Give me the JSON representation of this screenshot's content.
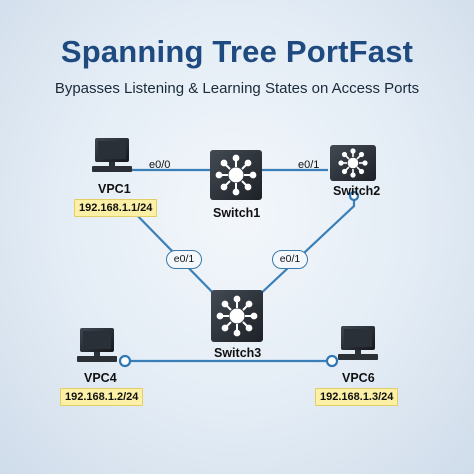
{
  "title": "Spanning Tree PortFast",
  "subtitle": "Bypasses Listening & Learning States on Access Ports",
  "devices": {
    "vpc1": {
      "label": "VPC1",
      "ip": "192.168.1.1/24"
    },
    "vpc4": {
      "label": "VPC4",
      "ip": "192.168.1.2/24"
    },
    "vpc6": {
      "label": "VPC6",
      "ip": "192.168.1.3/24"
    },
    "switch1": {
      "label": "Switch1"
    },
    "switch2": {
      "label": "Switch2"
    },
    "switch3": {
      "label": "Switch3"
    }
  },
  "ports": {
    "vpc1_sw1": "e0/0",
    "sw1_sw2": "e0/1",
    "sw1_sw3": "e0/1",
    "sw2_sw3": "e0/1"
  },
  "colors": {
    "title": "#1f4a80",
    "link": "#3a7fb8",
    "switch": "#2b3037",
    "ip_highlight": "#fbf0a6"
  }
}
